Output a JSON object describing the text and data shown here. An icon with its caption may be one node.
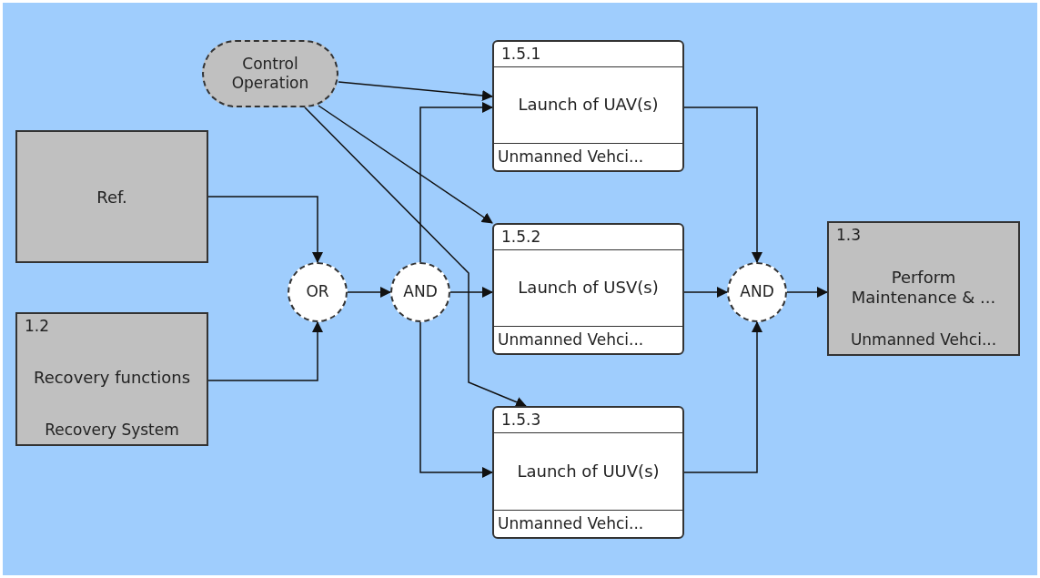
{
  "diagram": {
    "nodes": [
      {
        "text": [
          "Ref."
        ]
      },
      {
        "text": [
          "1.2",
          "Recovery functions",
          "Recovery System"
        ]
      },
      {
        "text": [
          "Control Operation"
        ]
      },
      {
        "text": [
          "OR"
        ]
      },
      {
        "text": [
          "AND"
        ]
      },
      {
        "text": [
          "1.5.1",
          "Launch of UAV(s)",
          "Unmanned Vehci..."
        ]
      },
      {
        "text": [
          "1.5.2",
          "Launch of USV(s)",
          "Unmanned Vehci..."
        ]
      },
      {
        "text": [
          "1.5.3",
          "Launch of UUV(s)",
          "Unmanned Vehci..."
        ]
      },
      {
        "text": [
          "AND"
        ]
      },
      {
        "text": [
          "1.3",
          "Perform Maintenance & ...",
          "Unmanned Vehci..."
        ]
      }
    ],
    "edges": [
      {
        "from": 0,
        "to": 3,
        "arrow": "to"
      },
      {
        "from": 1,
        "to": 3,
        "arrow": "to"
      },
      {
        "from": 3,
        "to": 4,
        "arrow": "to"
      },
      {
        "from": 4,
        "to": 5,
        "arrow": "to"
      },
      {
        "from": 4,
        "to": 6,
        "arrow": "to"
      },
      {
        "from": 4,
        "to": 7,
        "arrow": "to"
      },
      {
        "from": 2,
        "to": 5,
        "arrow": "to"
      },
      {
        "from": 2,
        "to": 6,
        "arrow": "to"
      },
      {
        "from": 2,
        "to": 7,
        "arrow": "to"
      },
      {
        "from": 5,
        "to": 8,
        "arrow": "to"
      },
      {
        "from": 6,
        "to": 8,
        "arrow": "to"
      },
      {
        "from": 7,
        "to": 8,
        "arrow": "to"
      },
      {
        "from": 8,
        "to": 9,
        "arrow": "to"
      }
    ]
  }
}
